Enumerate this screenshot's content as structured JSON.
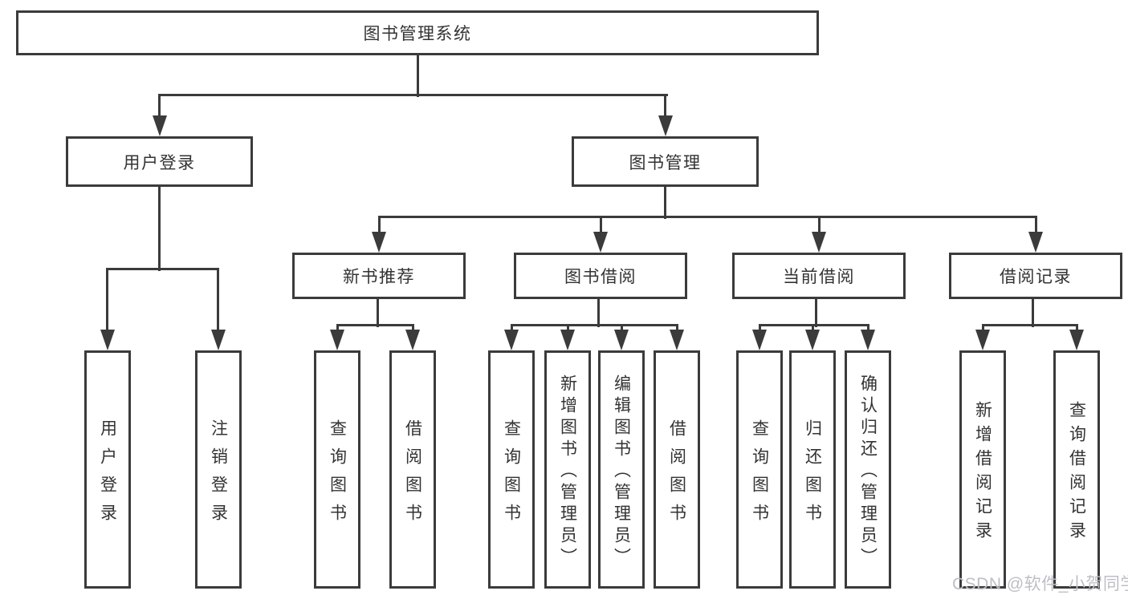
{
  "watermark": "CSDN @软件_小贺同学",
  "colors": {
    "line": "#3b3b3b",
    "text": "#333333",
    "watermark": "#bcbfc4",
    "background": "#ffffff"
  },
  "tree": {
    "root": {
      "label": "图书管理系统",
      "children": [
        {
          "label": "用户登录",
          "children": [
            {
              "label": "用户登录"
            },
            {
              "label": "注销登录"
            }
          ]
        },
        {
          "label": "图书管理",
          "children": [
            {
              "label": "新书推荐",
              "children": [
                {
                  "label": "查询图书"
                },
                {
                  "label": "借阅图书"
                }
              ]
            },
            {
              "label": "图书借阅",
              "children": [
                {
                  "label": "查询图书"
                },
                {
                  "label": "新增图书（管理员）"
                },
                {
                  "label": "编辑图书（管理员）"
                },
                {
                  "label": "借阅图书"
                }
              ]
            },
            {
              "label": "当前借阅",
              "children": [
                {
                  "label": "查询图书"
                },
                {
                  "label": "归还图书"
                },
                {
                  "label": "确认归还（管理员）"
                }
              ]
            },
            {
              "label": "借阅记录",
              "children": [
                {
                  "label": "新增借阅记录"
                },
                {
                  "label": "查询借阅记录"
                }
              ]
            }
          ]
        }
      ]
    }
  }
}
